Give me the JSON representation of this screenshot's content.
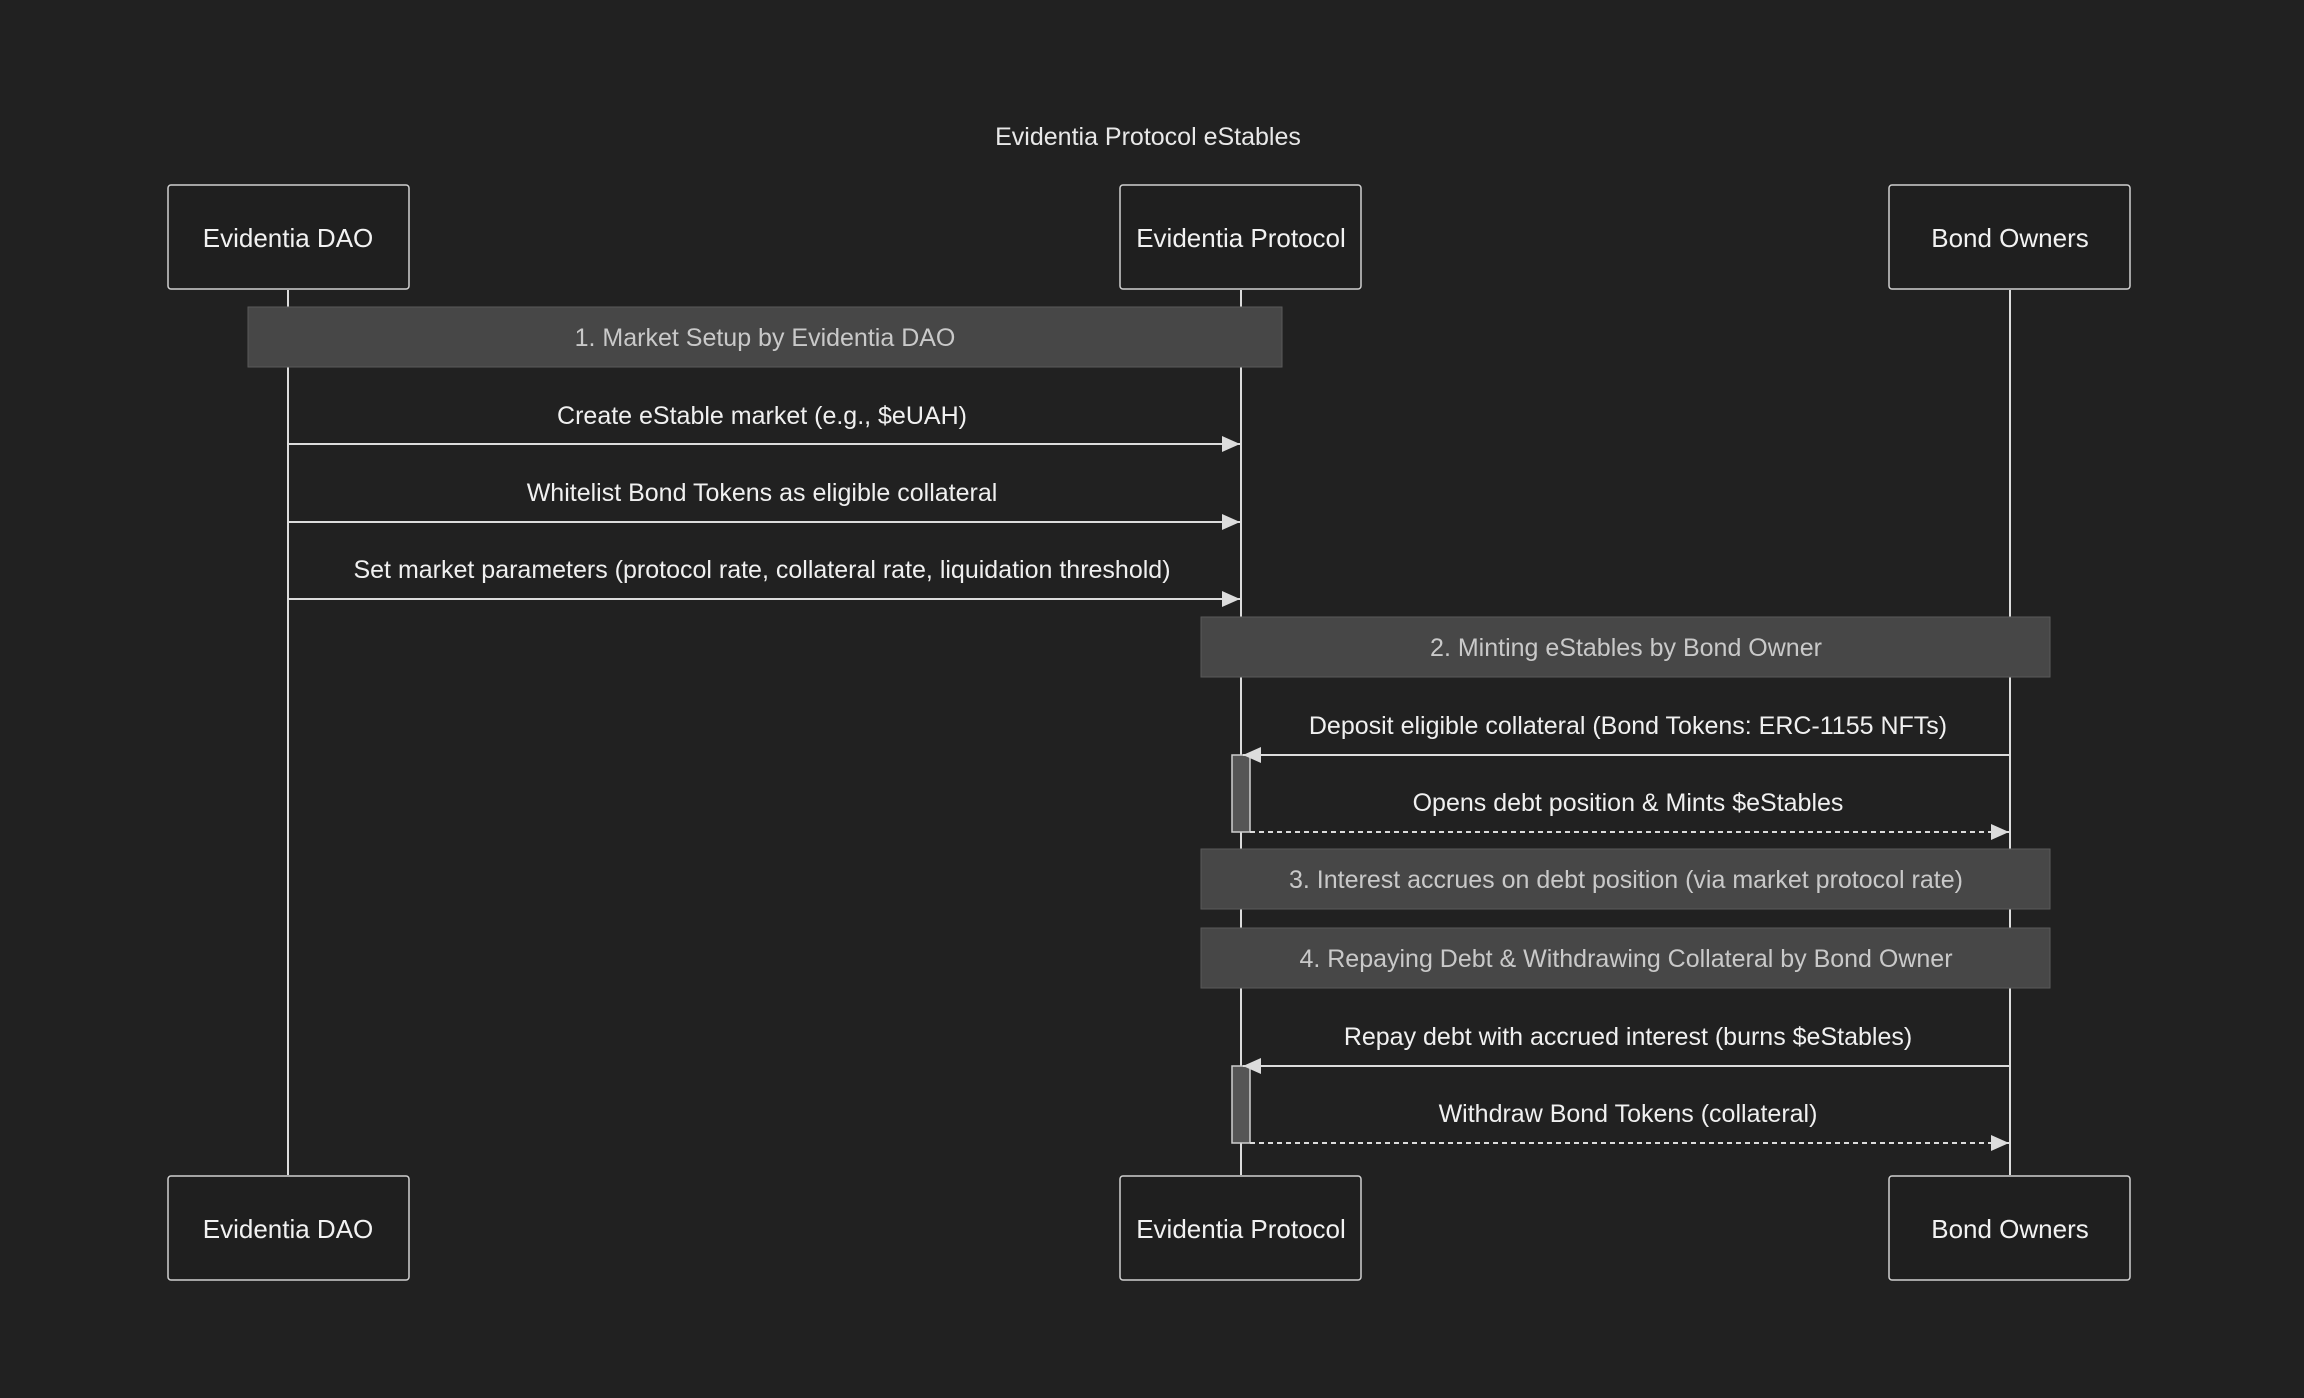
{
  "diagram": {
    "title": "Evidentia Protocol eStables",
    "actors": [
      {
        "id": "dao",
        "label": "Evidentia DAO"
      },
      {
        "id": "protocol",
        "label": "Evidentia Protocol"
      },
      {
        "id": "owners",
        "label": "Bond Owners"
      }
    ],
    "notes": [
      {
        "text": "1. Market Setup by Evidentia DAO",
        "over": [
          "dao",
          "protocol"
        ]
      },
      {
        "text": "2. Minting eStables by Bond Owner",
        "over": [
          "protocol",
          "owners"
        ]
      },
      {
        "text": "3. Interest accrues on debt position (via market protocol rate)",
        "over": [
          "protocol",
          "owners"
        ]
      },
      {
        "text": "4. Repaying Debt & Withdrawing Collateral by Bond Owner",
        "over": [
          "protocol",
          "owners"
        ]
      }
    ],
    "messages": [
      {
        "text": "Create eStable market (e.g., $eUAH)",
        "from": "dao",
        "to": "protocol",
        "style": "solid"
      },
      {
        "text": "Whitelist Bond Tokens as eligible collateral",
        "from": "dao",
        "to": "protocol",
        "style": "solid"
      },
      {
        "text": "Set market parameters (protocol rate, collateral rate, liquidation threshold)",
        "from": "dao",
        "to": "protocol",
        "style": "solid"
      },
      {
        "text": "Deposit eligible collateral (Bond Tokens: ERC-1155 NFTs)",
        "from": "owners",
        "to": "protocol",
        "style": "solid"
      },
      {
        "text": "Opens debt position & Mints $eStables",
        "from": "protocol",
        "to": "owners",
        "style": "dashed"
      },
      {
        "text": "Repay debt with accrued interest (burns $eStables)",
        "from": "owners",
        "to": "protocol",
        "style": "solid"
      },
      {
        "text": "Withdraw Bond Tokens (collateral)",
        "from": "protocol",
        "to": "owners",
        "style": "dashed"
      }
    ],
    "colors": {
      "background": "#212121",
      "line": "#dcdcdc",
      "note_fill": "#474747",
      "activation_fill": "#555555"
    }
  }
}
